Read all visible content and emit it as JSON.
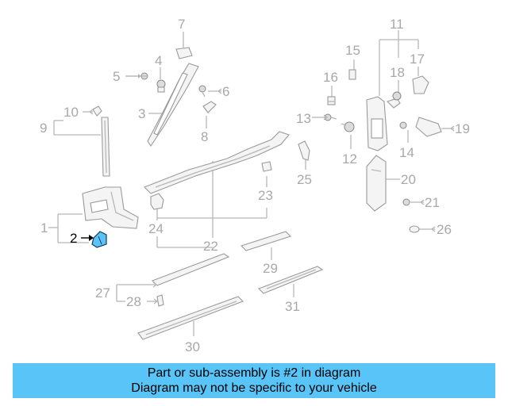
{
  "diagram": {
    "highlighted_part": "2",
    "highlight_color": "#58c4f8",
    "callouts": [
      "1",
      "2",
      "3",
      "4",
      "5",
      "6",
      "7",
      "8",
      "9",
      "10",
      "11",
      "12",
      "13",
      "14",
      "15",
      "16",
      "17",
      "18",
      "19",
      "20",
      "21",
      "22",
      "23",
      "24",
      "25",
      "26",
      "27",
      "28",
      "29",
      "30",
      "31"
    ]
  },
  "banner": {
    "line1": "Part or sub-assembly is #2 in diagram",
    "line2": "Diagram may not be specific to your vehicle",
    "background": "#58c4f8"
  }
}
